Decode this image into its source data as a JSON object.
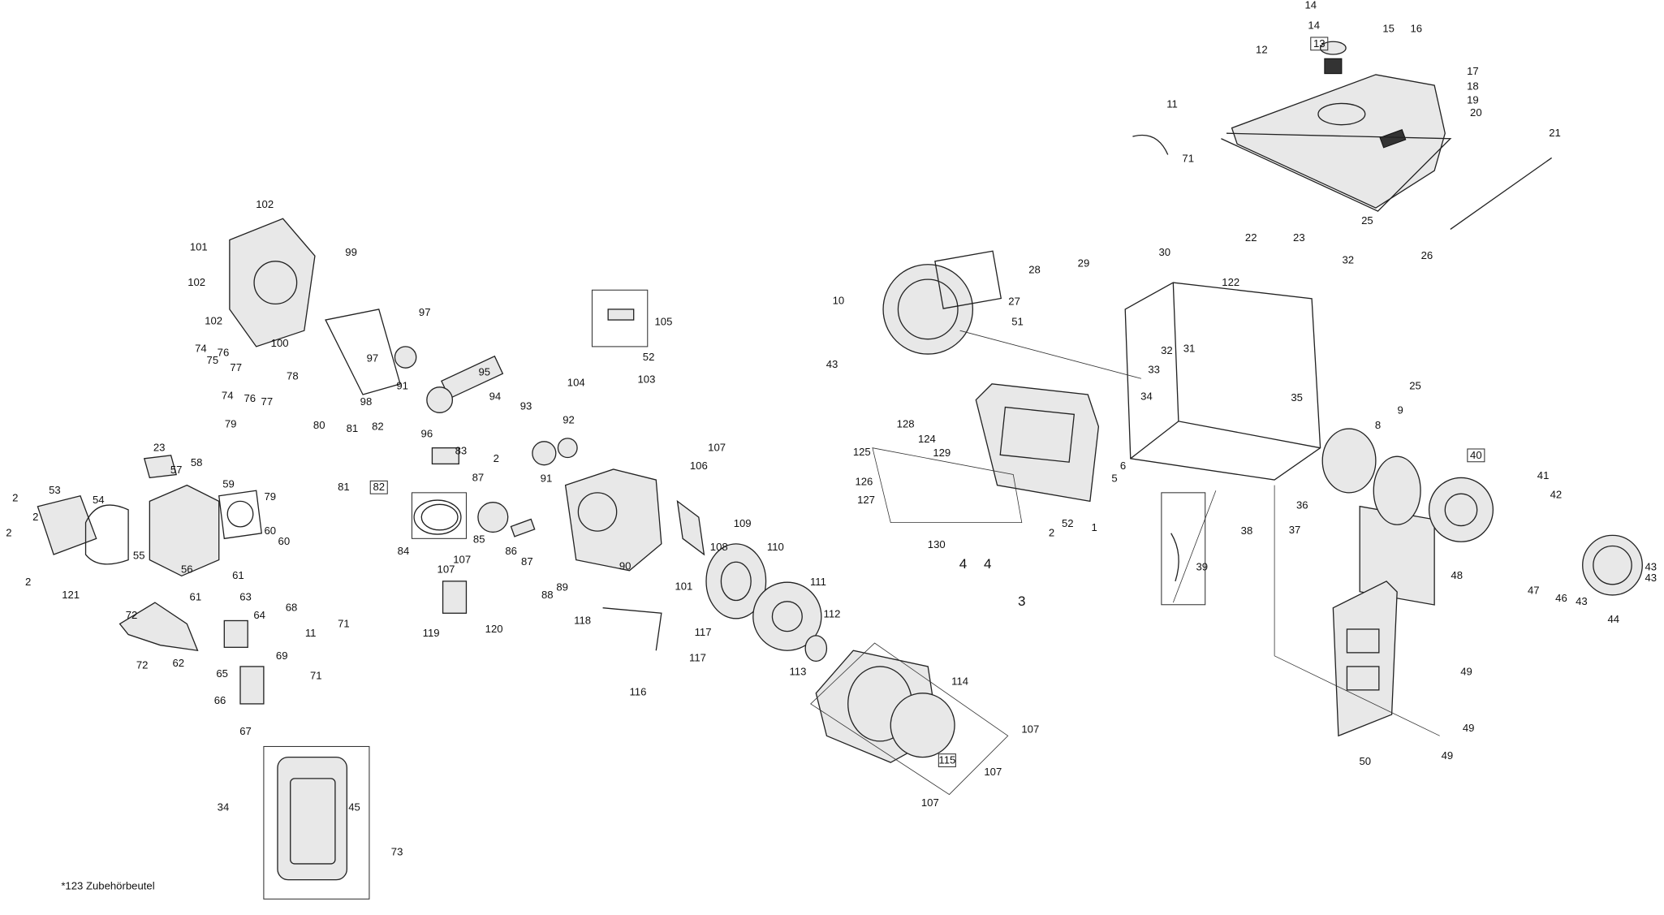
{
  "footnote": "*123  Zubehörbeutel",
  "callouts": [
    "14",
    "14",
    "13",
    "15",
    "16",
    "12",
    "17",
    "18",
    "19",
    "20",
    "11",
    "71",
    "21",
    "22",
    "23",
    "25",
    "26",
    "32",
    "25",
    "9",
    "30",
    "122",
    "29",
    "28",
    "27",
    "51",
    "10",
    "43",
    "32",
    "31",
    "33",
    "34",
    "35",
    "8",
    "40",
    "41",
    "42",
    "6",
    "5",
    "1",
    "52",
    "2",
    "3",
    "4",
    "4",
    "128",
    "124",
    "129",
    "125",
    "126",
    "127",
    "130",
    "36",
    "37",
    "38",
    "39",
    "48",
    "47",
    "46",
    "43",
    "43",
    "43",
    "44",
    "49",
    "49",
    "49",
    "50",
    "107",
    "107",
    "107",
    "115",
    "114",
    "113",
    "112",
    "111",
    "110",
    "109",
    "108",
    "107",
    "106",
    "101",
    "117",
    "117",
    "116",
    "118",
    "88",
    "89",
    "90",
    "105",
    "52",
    "103",
    "104",
    "93",
    "92",
    "91",
    "95",
    "94",
    "2",
    "96",
    "97",
    "97",
    "98",
    "91",
    "83",
    "87",
    "87",
    "86",
    "85",
    "84",
    "100",
    "101",
    "102",
    "102",
    "102",
    "99",
    "74",
    "75",
    "76",
    "77",
    "78",
    "74",
    "76",
    "77",
    "79",
    "79",
    "80",
    "81",
    "82",
    "81",
    "82",
    "23",
    "58",
    "57",
    "59",
    "60",
    "60",
    "61",
    "61",
    "56",
    "53",
    "54",
    "55",
    "2",
    "2",
    "2",
    "2",
    "121",
    "63",
    "64",
    "68",
    "11",
    "71",
    "69",
    "71",
    "62",
    "72",
    "72",
    "65",
    "66",
    "67",
    "107",
    "107",
    "119",
    "120",
    "34",
    "45",
    "73"
  ]
}
